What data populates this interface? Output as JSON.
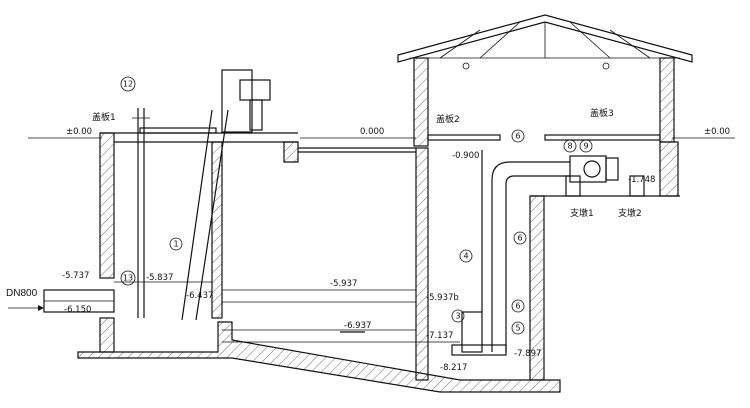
{
  "pipe_inlet": {
    "label": "DN800"
  },
  "elevations": {
    "ground_left": "±0.00",
    "ground_right": "±0.00",
    "top_mid": "0.000",
    "pipe_top": "-0.900",
    "outlet": "-1.748",
    "inlet_top": "-5.737",
    "inlet_bottom": "-6.150",
    "water_1": "-5.837",
    "water_2": "-6.437",
    "water_3": "-5.937",
    "water_4": "-5.937b",
    "water_5": "-6.937",
    "water_6": "-7.137",
    "bottom_1": "-7.897",
    "bottom_2": "-8.217"
  },
  "covers": {
    "cover_1": "盖板1",
    "cover_2": "盖板2",
    "cover_3": "盖板3"
  },
  "supports": {
    "support_1": "支墩1",
    "support_2": "支墩2"
  },
  "callouts": [
    "1",
    "3",
    "4",
    "5",
    "6",
    "6",
    "6",
    "8",
    "9",
    "12",
    "13"
  ]
}
